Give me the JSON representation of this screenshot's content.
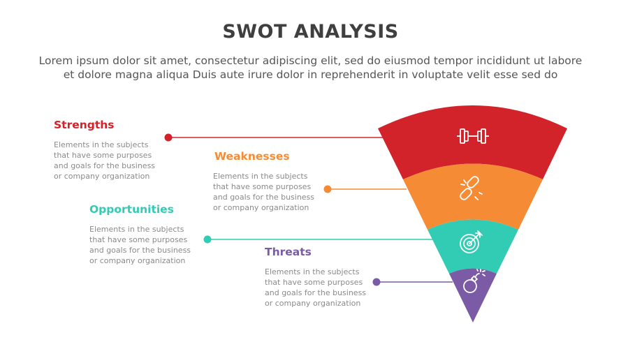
{
  "title": "SWOT ANALYSIS",
  "subtitle_line1": "Lorem ipsum dolor sit amet, consectetur adipiscing elit, sed do eiusmod tempor incididunt ut labore",
  "subtitle_line2": "et dolore magna aliqua Duis aute irure dolor in reprehenderit in voluptate velit esse sed do",
  "items": [
    {
      "label": "Strengths",
      "color": "#d2232a",
      "icon": "dumbbell-icon",
      "desc": [
        "Elements in the subjects",
        "that have some purposes",
        "and goals for the  business",
        "or company organization"
      ]
    },
    {
      "label": "Weaknesses",
      "color": "#f58c35",
      "icon": "broken-chain-icon",
      "desc": [
        "Elements in the subjects",
        "that have some purposes",
        "and goals for the  business",
        "or company organization"
      ]
    },
    {
      "label": "Opportunities",
      "color": "#32cbb4",
      "icon": "target-arrow-icon",
      "desc": [
        "Elements in the subjects",
        "that have some purposes",
        "and goals for the  business",
        "or company organization"
      ]
    },
    {
      "label": "Threats",
      "color": "#7b5aa6",
      "icon": "bomb-icon",
      "desc": [
        "Elements in the subjects",
        "that have some purposes",
        "and goals for the  business",
        "or company organization"
      ]
    }
  ]
}
